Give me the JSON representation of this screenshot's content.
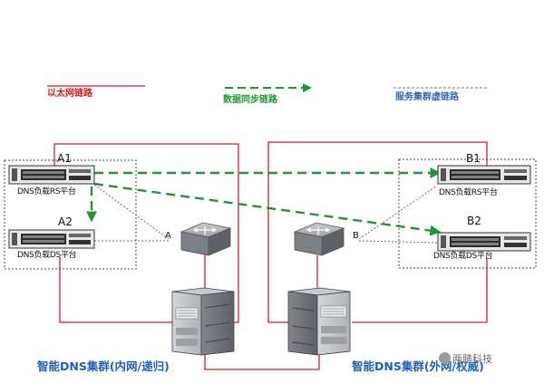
{
  "legend": {
    "ethernet_label": "以太网链路",
    "sync_label": "数据同步链路",
    "virtual_label": "服务集群虚链路"
  },
  "devices": {
    "a1": {
      "tag": "A1",
      "caption": "DNS负载RS平台"
    },
    "a2": {
      "tag": "A2",
      "caption": "DNS负载DS平台"
    },
    "b1": {
      "tag": "B1",
      "caption": "DNS负载RS平台"
    },
    "b2": {
      "tag": "B2",
      "caption": "DNS负载DS平台"
    }
  },
  "switches": {
    "a": {
      "tag": "A"
    },
    "b": {
      "tag": "B"
    }
  },
  "clusters": {
    "left": {
      "caption": "智能DNS集群(内网/递归)"
    },
    "right": {
      "caption": "智能DNS集群(外网/权威)"
    }
  },
  "watermark": {
    "text": "两膳科技"
  },
  "colors": {
    "ethernet": "#d21f1f",
    "sync": "#22943a",
    "virtual": "#7a7a7a",
    "caption_blue": "#1f5fb8"
  },
  "icons": [
    "rack-server-icon",
    "network-switch-icon",
    "server-cabinet-icon",
    "wechat-logo-icon"
  ]
}
